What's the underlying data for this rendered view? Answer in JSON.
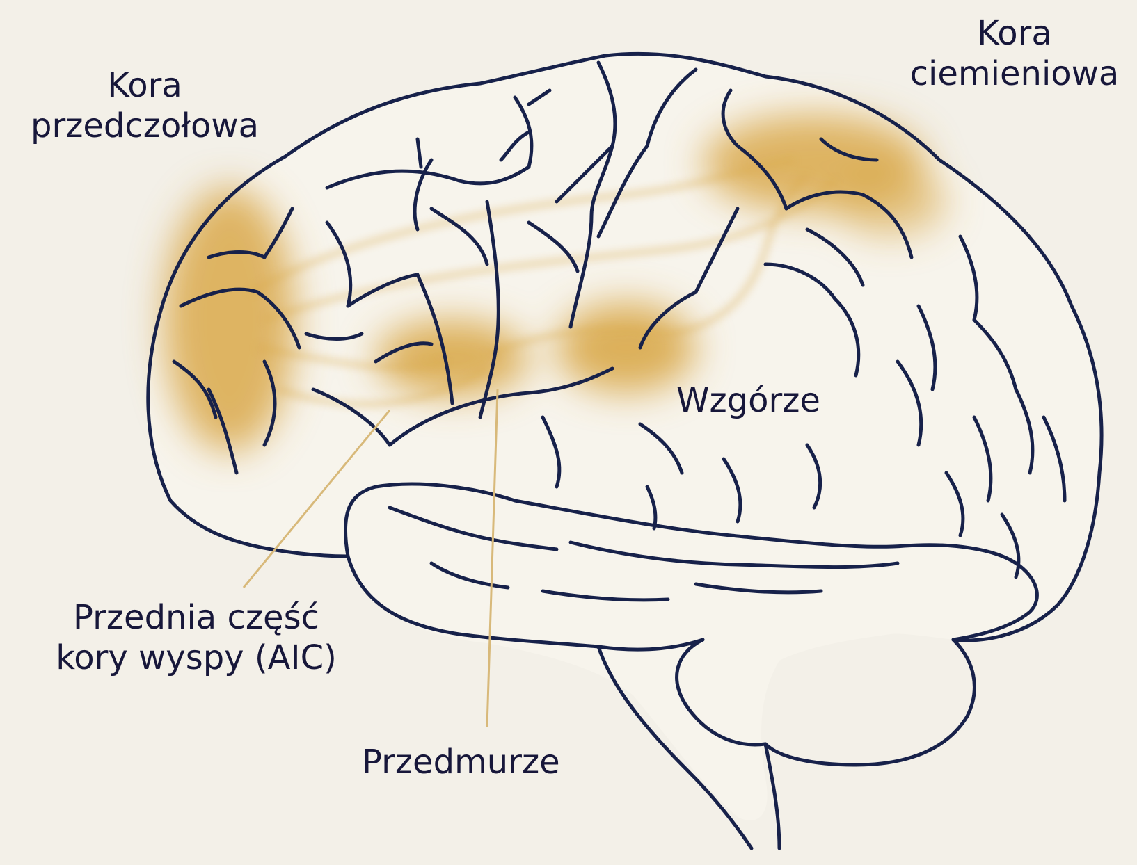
{
  "labels": {
    "prefrontal": {
      "line1": "Kora",
      "line2": "przedczołowa"
    },
    "parietal": {
      "line1": "Kora",
      "line2": "ciemieniowa"
    },
    "thalamus": "Wzgórze",
    "aic": {
      "line1": "Przednia część",
      "line2": "kory wyspy (AIC)"
    },
    "claustrum": "Przedmurze"
  },
  "colors": {
    "background": "#f3f0e8",
    "outline": "#17214a",
    "highlight": "#d9a84a",
    "leader": "#d8b97a",
    "text": "#17173a"
  }
}
